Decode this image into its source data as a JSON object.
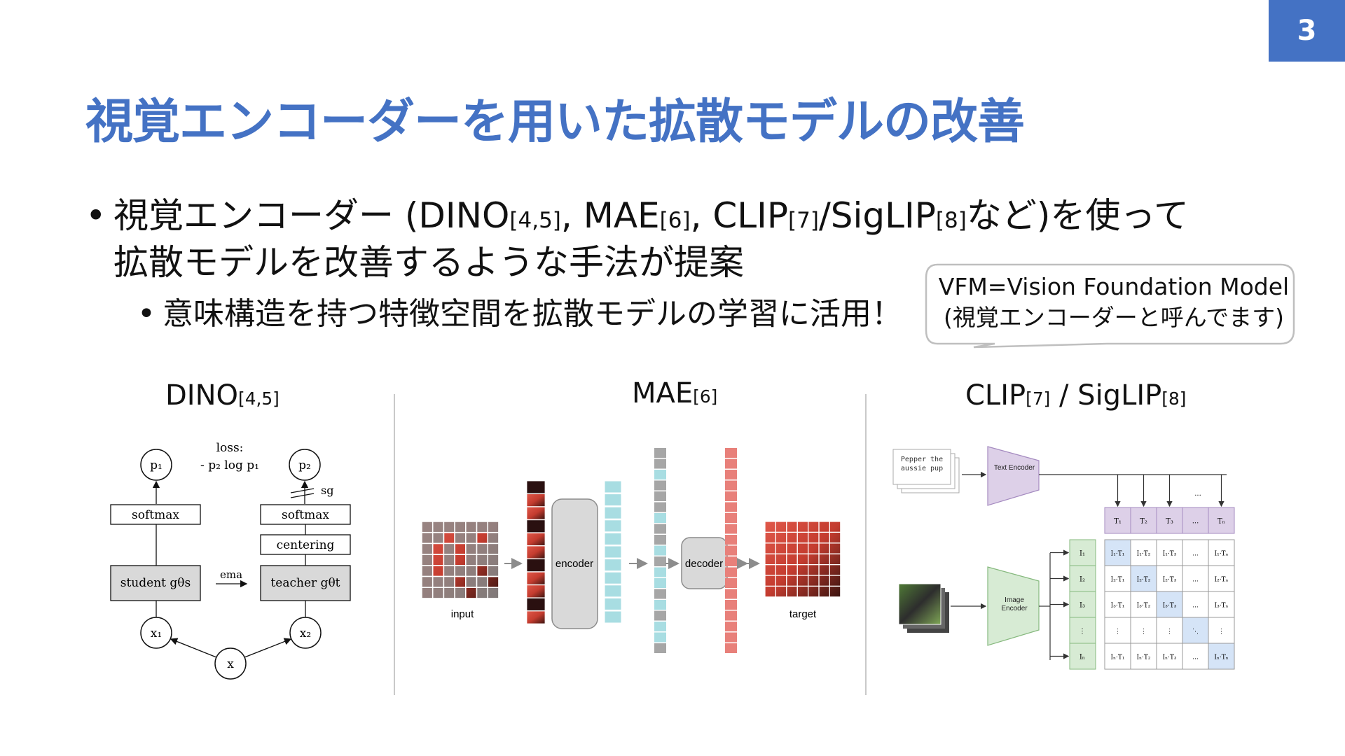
{
  "page_number": "3",
  "title": "視覚エンコーダーを用いた拡散モデルの改善",
  "bullets": {
    "b1_line1_pre": "視覚エンコーダー (DINO",
    "b1_ref_dino": "[4,5]",
    "b1_mae": ", MAE",
    "b1_ref_mae": "[6]",
    "b1_clip": ", CLIP",
    "b1_ref_clip": "[7]",
    "b1_siglip": "/SigLIP",
    "b1_ref_siglip": "[8]",
    "b1_line1_post": "など)を使って",
    "b1_line2": "拡散モデルを改善するような手法が提案",
    "b2": "意味構造を持つ特徴空間を拡散モデルの学習に活用！"
  },
  "callout": {
    "line1": "VFM=Vision Foundation Model",
    "line2": "(視覚エンコーダーと呼んでます)"
  },
  "sections": {
    "dino": {
      "label": "DINO",
      "ref": "[4,5]"
    },
    "mae": {
      "label": "MAE",
      "ref": "[6]"
    },
    "clip": {
      "label": "CLIP",
      "ref1": "[7]",
      "sep": " / SigLIP",
      "ref2": "[8]"
    }
  },
  "dino_fig": {
    "p1": "p₁",
    "p2": "p₂",
    "loss_line1": "loss:",
    "loss_line2": "- p₂ log p₁",
    "sg": "sg",
    "softmax_left": "softmax",
    "softmax_right": "softmax",
    "centering": "centering",
    "student": "student gθs",
    "teacher": "teacher gθt",
    "ema": "ema",
    "x1": "x₁",
    "x2": "x₂",
    "x": "x"
  },
  "mae_fig": {
    "input": "input",
    "encoder": "encoder",
    "decoder": "decoder",
    "target": "target",
    "colors": {
      "token_cyan": "#a8dde2",
      "token_gray": "#a6a6a6",
      "token_red": "#e8807a",
      "block": "#d9d9d9"
    }
  },
  "clip_fig": {
    "text_input": "Pepper the aussie pup",
    "text_encoder": "Text Encoder",
    "image_encoder": "Image Encoder",
    "t_headers": [
      "T₁",
      "T₂",
      "T₃",
      "...",
      "Tₙ"
    ],
    "i_labels": [
      "I₁",
      "I₂",
      "I₃",
      "⋮",
      "Iₙ"
    ],
    "matrix": [
      [
        "I₁·T₁",
        "I₁·T₂",
        "I₁·T₃",
        "...",
        "I₁·Tₙ"
      ],
      [
        "I₂·T₁",
        "I₂·T₂",
        "I₂·T₃",
        "...",
        "I₂·Tₙ"
      ],
      [
        "I₃·T₁",
        "I₃·T₂",
        "I₃·T₃",
        "...",
        "I₃·Tₙ"
      ],
      [
        "⋮",
        "⋮",
        "⋮",
        "⋱",
        "⋮"
      ],
      [
        "Iₙ·T₁",
        "Iₙ·T₂",
        "Iₙ·T₃",
        "...",
        "Iₙ·Tₙ"
      ]
    ],
    "top_dots": "...",
    "colors": {
      "text_enc": "#ddd0e8",
      "image_enc": "#d7ebd4",
      "diag": "#d5e4f7"
    }
  },
  "colors": {
    "accent": "#4472c4"
  }
}
